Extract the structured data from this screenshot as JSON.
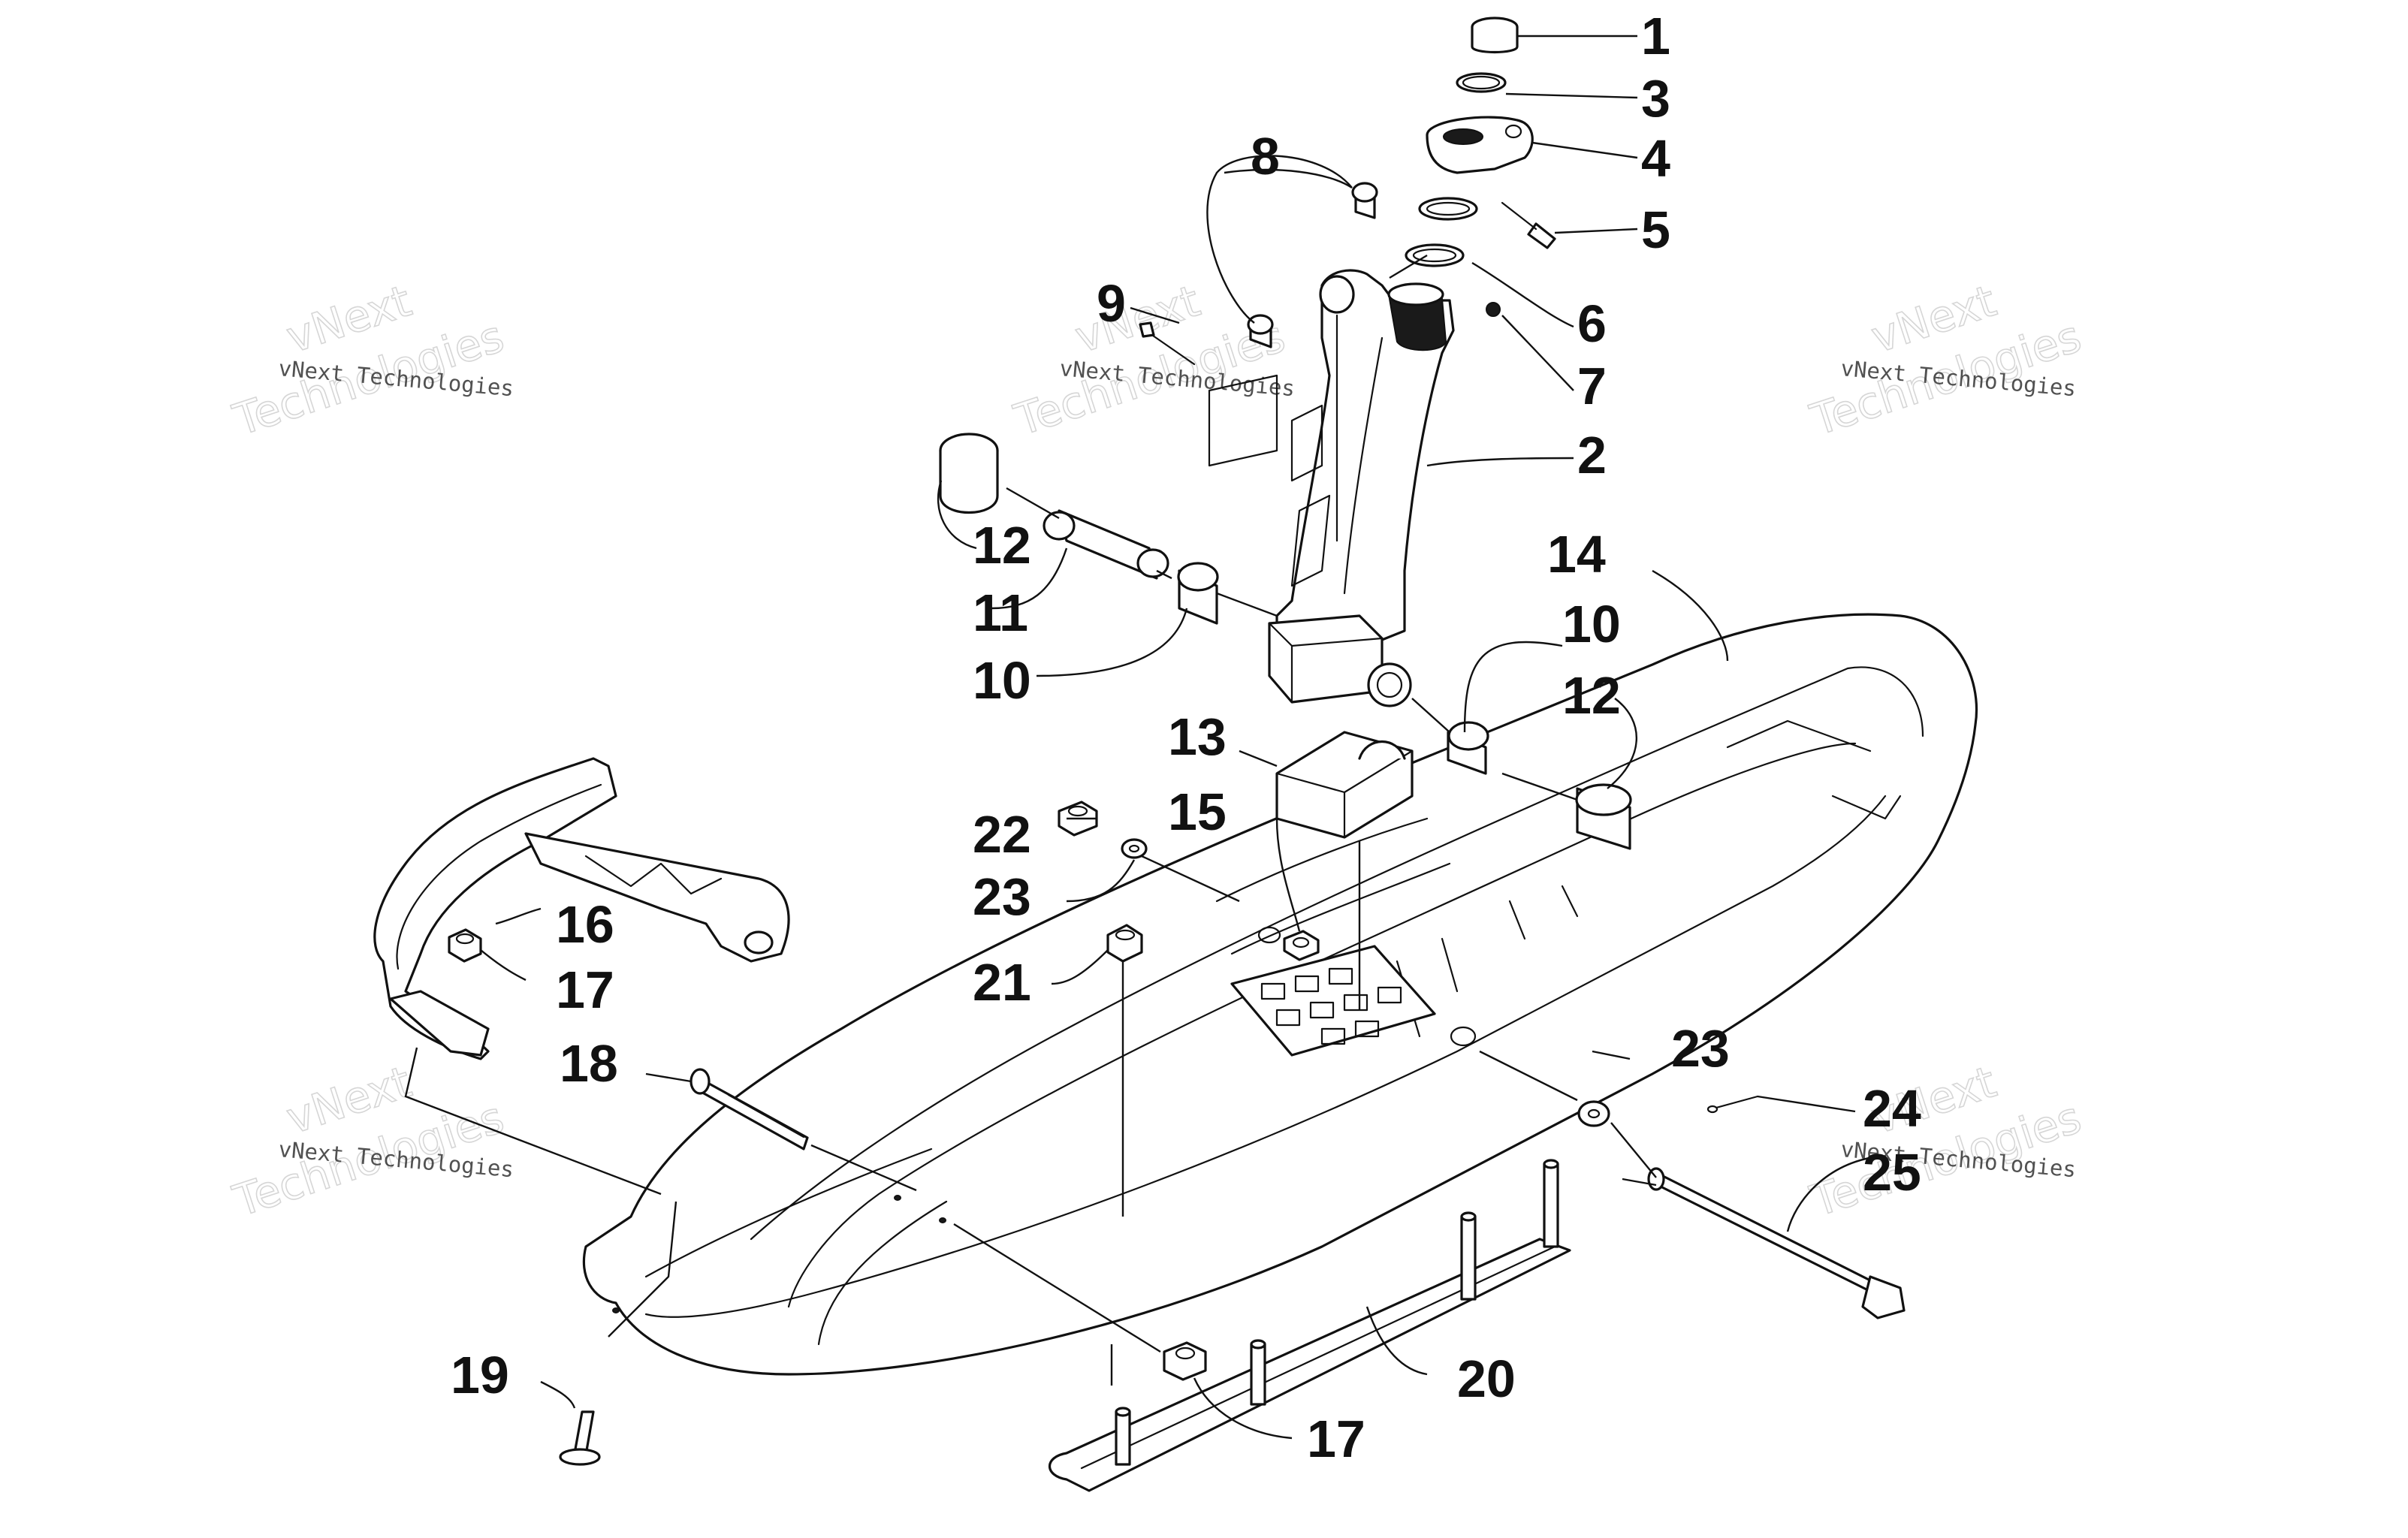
{
  "watermark": {
    "line_small": "vNext Technologies",
    "line_top": "vNext",
    "line_big": "Technologies"
  },
  "callouts": [
    "1",
    "3",
    "4",
    "5",
    "8",
    "6",
    "9",
    "7",
    "2",
    "12",
    "14",
    "11",
    "10",
    "10",
    "12",
    "13",
    "22",
    "15",
    "23",
    "16",
    "21",
    "17",
    "18",
    "23",
    "24",
    "25",
    "19",
    "20",
    "17"
  ]
}
